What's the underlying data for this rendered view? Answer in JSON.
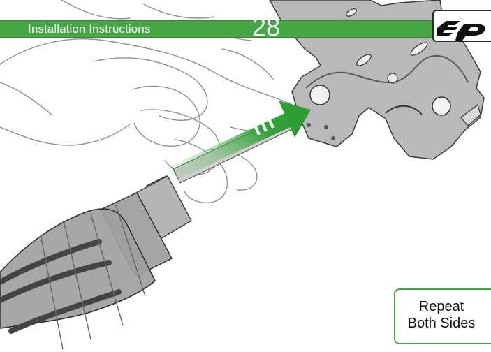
{
  "header": {
    "title": "Installation Instructions",
    "page_number": "28"
  },
  "brand": {
    "logo_name": "ep-logo-icon",
    "accent_color": "#45a845"
  },
  "illustration": {
    "main_icon": "hand-holding-fitting-icon",
    "arrow_icon": "insert-direction-arrow-icon",
    "part_icon": "mounting-bracket-icon"
  },
  "note": {
    "line1": "Repeat",
    "line2": "Both Sides"
  }
}
